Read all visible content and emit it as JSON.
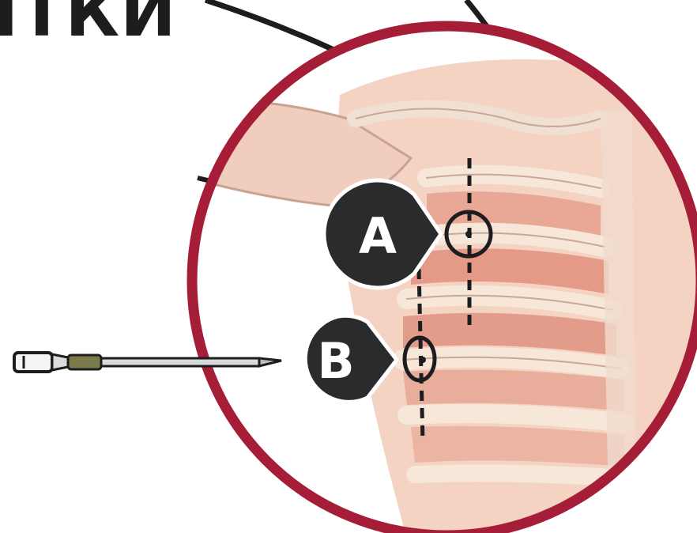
{
  "title": "ІТКИ",
  "markers": [
    {
      "id": "A",
      "label": "A"
    },
    {
      "id": "B",
      "label": "B"
    }
  ],
  "colors": {
    "ring": "#a51d36",
    "skin": "#f4d3c3",
    "muscle": "#e08f7c",
    "bone": "#f6e7d8",
    "outline": "#1d1d1f",
    "marker": "#2b2b2d"
  },
  "icons": {
    "needle": "needle-icon",
    "target": "target-circle-icon"
  }
}
